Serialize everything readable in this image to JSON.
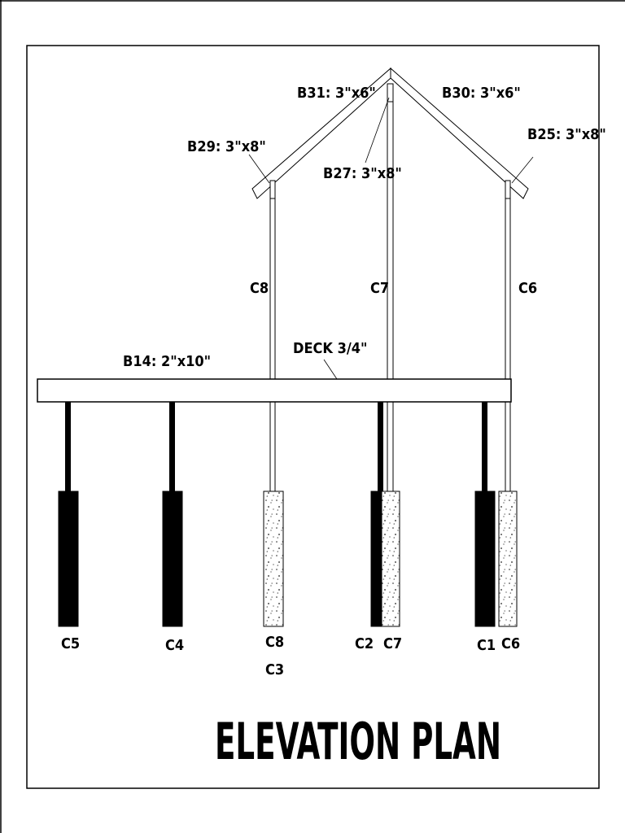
{
  "title": "ELEVATION PLAN",
  "labels": {
    "b31": "B31: 3\"x6\"",
    "b30": "B30: 3\"x6\"",
    "b29": "B29: 3\"x8\"",
    "b25": "B25: 3\"x8\"",
    "b27": "B27: 3\"x8\"",
    "c8_upper": "C8",
    "c7_upper": "C7",
    "c6_upper": "C6",
    "b14": "B14: 2\"x10\"",
    "deck": "DECK 3/4\""
  },
  "columns": [
    {
      "id": "c5",
      "label": "C5"
    },
    {
      "id": "c4",
      "label": "C4"
    },
    {
      "id": "c8",
      "label": "C8"
    },
    {
      "id": "c3",
      "label": "C3"
    },
    {
      "id": "c2",
      "label": "C2"
    },
    {
      "id": "c7",
      "label": "C7"
    },
    {
      "id": "c1",
      "label": "C1"
    },
    {
      "id": "c6",
      "label": "C6"
    }
  ],
  "colors": {
    "line": "#000000",
    "background": "#ffffff"
  }
}
